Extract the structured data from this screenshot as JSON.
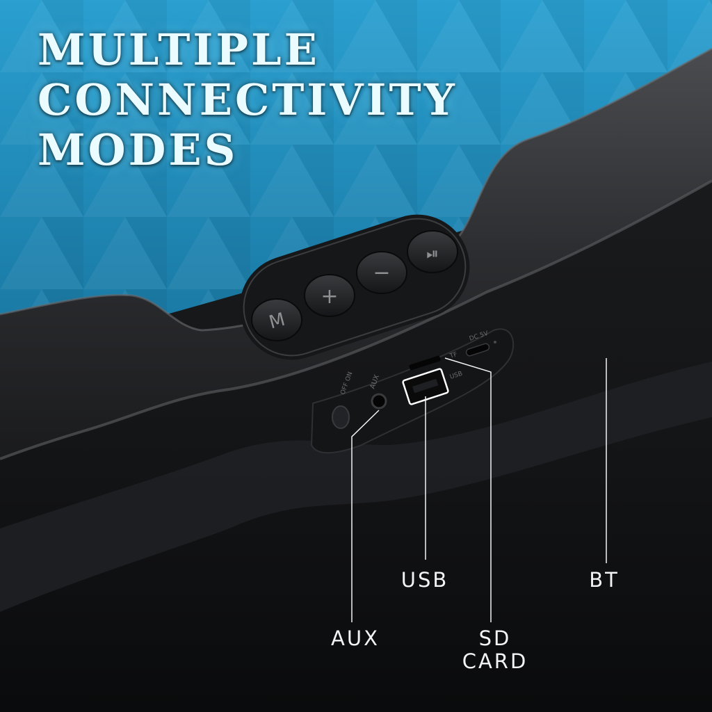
{
  "headline": {
    "lines": [
      "MULTIPLE",
      "CONNECTIVITY",
      "MODES"
    ]
  },
  "buttons": [
    {
      "icon": "mode-icon"
    },
    {
      "icon": "plus-icon"
    },
    {
      "icon": "minus-icon"
    },
    {
      "icon": "play-pause-icon"
    }
  ],
  "port_panel": {
    "switch_label": "OFF ON",
    "aux_label": "AUX",
    "tf_label": "TF",
    "usb_label": "USB",
    "dc_label": "DC 5V"
  },
  "callouts": {
    "aux": "AUX",
    "usb": "USB",
    "sd_line1": "SD",
    "sd_line2": "CARD",
    "bt": "BT"
  },
  "colors": {
    "background_blue": "#1f8fbf",
    "speaker_body": "#1b1c1e",
    "headline_text": "#eafcff",
    "callout_text": "#f2f4f5",
    "highlight_box": "#ffffff"
  }
}
